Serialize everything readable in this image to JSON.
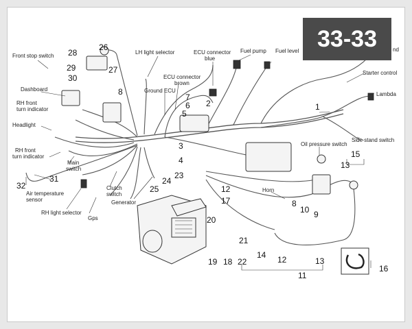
{
  "badge": "33-33",
  "labels": {
    "front_stop_switch": "Front stop switch",
    "dashboard": "Dashboard",
    "rh_front_turn_indicator_top_1": "RH front",
    "rh_front_turn_indicator_top_2": "turn indicator",
    "headlight": "Headlight",
    "rh_front_turn_indicator_low_1": "RH front",
    "rh_front_turn_indicator_low_2": "turn indicator",
    "main_switch_1": "Main",
    "main_switch_2": "switch",
    "air_temperature_sensor_1": "Air temperature",
    "air_temperature_sensor_2": "sensor",
    "rh_light_selector": "RH light selector",
    "gps": "Gps",
    "clutch_switch_1": "Clutch",
    "clutch_switch_2": "switch",
    "generator": "Generator",
    "lh_light_selector": "LH light selector",
    "ecu_connector_blue_1": "ECU connector",
    "ecu_connector_blue_2": "blue",
    "fuel_pump": "Fuel pump",
    "fuel_level": "Fuel level",
    "ecu_connector_brown_1": "ECU connector",
    "ecu_connector_brown_2": "brown",
    "ground_ecu": "Ground ECU",
    "starter_control": "Starter control",
    "lambda": "Lambda",
    "side_stand_switch": "Side stand switch",
    "oil_pressure_switch": "Oil pressure switch",
    "horn": "Horn"
  },
  "numbers": {
    "n28": "28",
    "n26": "26",
    "n29": "29",
    "n27": "27",
    "n30": "30",
    "n8a": "8",
    "n7": "7",
    "n6": "6",
    "n5": "5",
    "n2": "2",
    "n1": "1",
    "n3": "3",
    "n4": "4",
    "n23": "23",
    "n24": "24",
    "n25": "25",
    "n31": "31",
    "n32": "32",
    "n12a": "12",
    "n17": "17",
    "n20": "20",
    "n21": "21",
    "n19": "19",
    "n18": "18",
    "n22": "22",
    "n14": "14",
    "n12b": "12",
    "n13a": "13",
    "n11": "11",
    "n15": "15",
    "n13b": "13",
    "n8b": "8",
    "n10": "10",
    "n9": "9",
    "n16": "16"
  },
  "partial_label": "nd"
}
